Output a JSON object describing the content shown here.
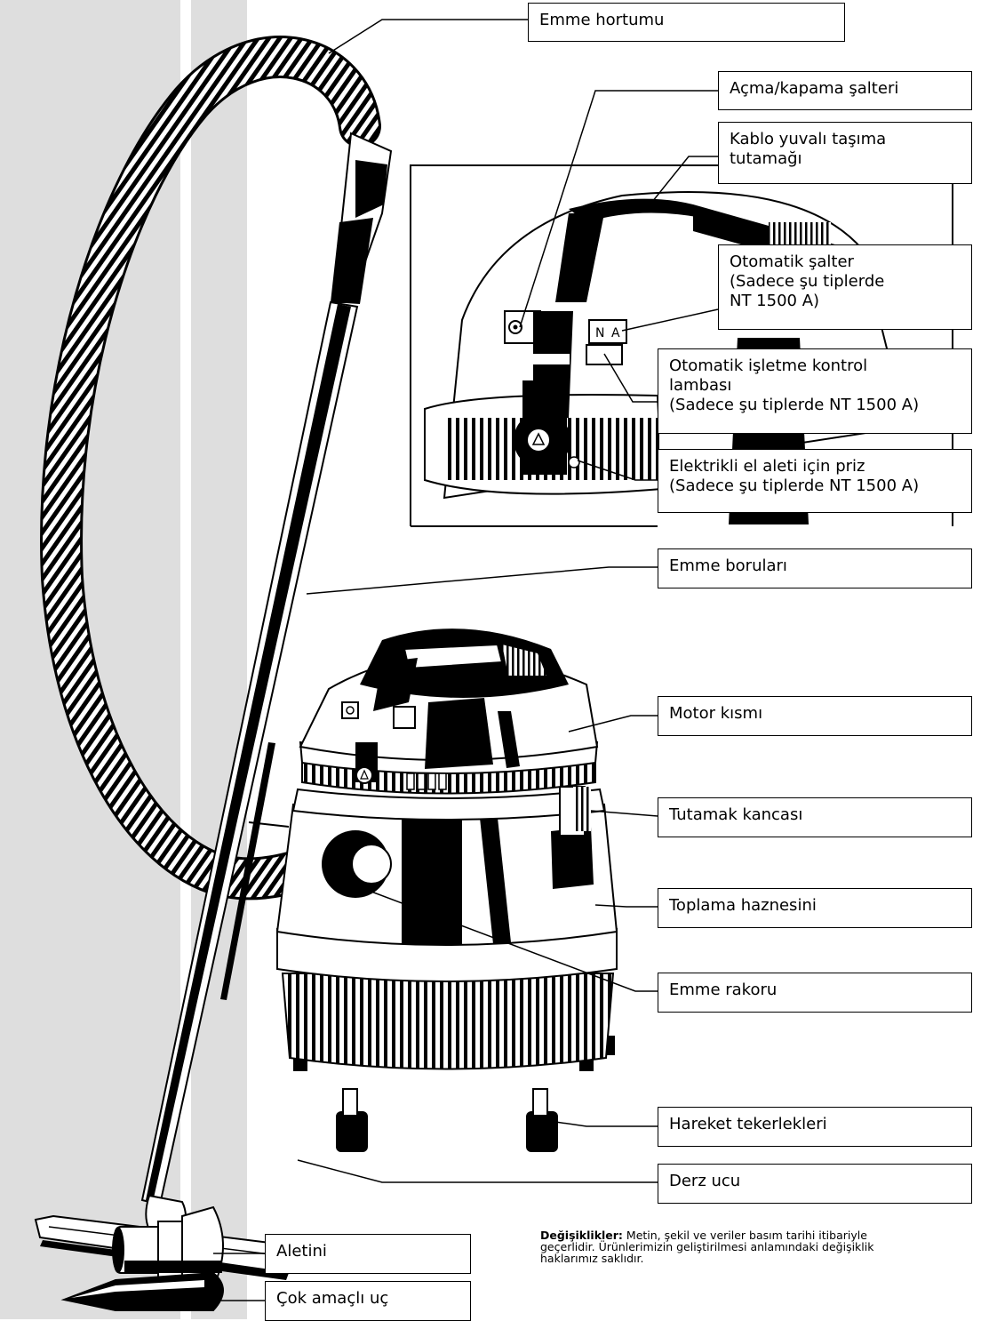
{
  "labels": {
    "emme_hortumu": "Emme hortumu",
    "acma_kapama": "Açma/kapama şalteri",
    "kablo_yuvali": "Kablo yuvalı taşıma\ntutamağı",
    "otomatik_salter": "Otomatik şalter\n(Sadece şu tiplerde\nNT 1500 A)",
    "kontrol_lambasi": "Otomatik işletme kontrol\nlambası\n(Sadece şu tiplerde NT 1500 A)",
    "priz": "Elektrikli el aleti için priz\n(Sadece şu tiplerde NT 1500 A)",
    "emme_borulari": "Emme boruları",
    "motor_kismi": "Motor kısmı",
    "tutamak_kancasi": "Tutamak kancası",
    "toplama_haznesi": "Toplama haznesini",
    "emme_rakoru": "Emme rakoru",
    "hareket_tekerlekleri": "Hareket tekerlekleri",
    "derz_ucu": "Derz ucu",
    "aletini": "Aletini",
    "cok_amacli_uc": "Çok amaçlı uç"
  },
  "notice": {
    "title": "Değişiklikler:",
    "body": " Metin, şekil ve veriler basım tarihi itibariyle\ngeçerlidir. Ürünlerimizin geliştirilmesi anlamındaki değişiklik\nhaklarımız saklıdır."
  },
  "device_switch_letters": "A",
  "device_switch_letters_2": "N"
}
